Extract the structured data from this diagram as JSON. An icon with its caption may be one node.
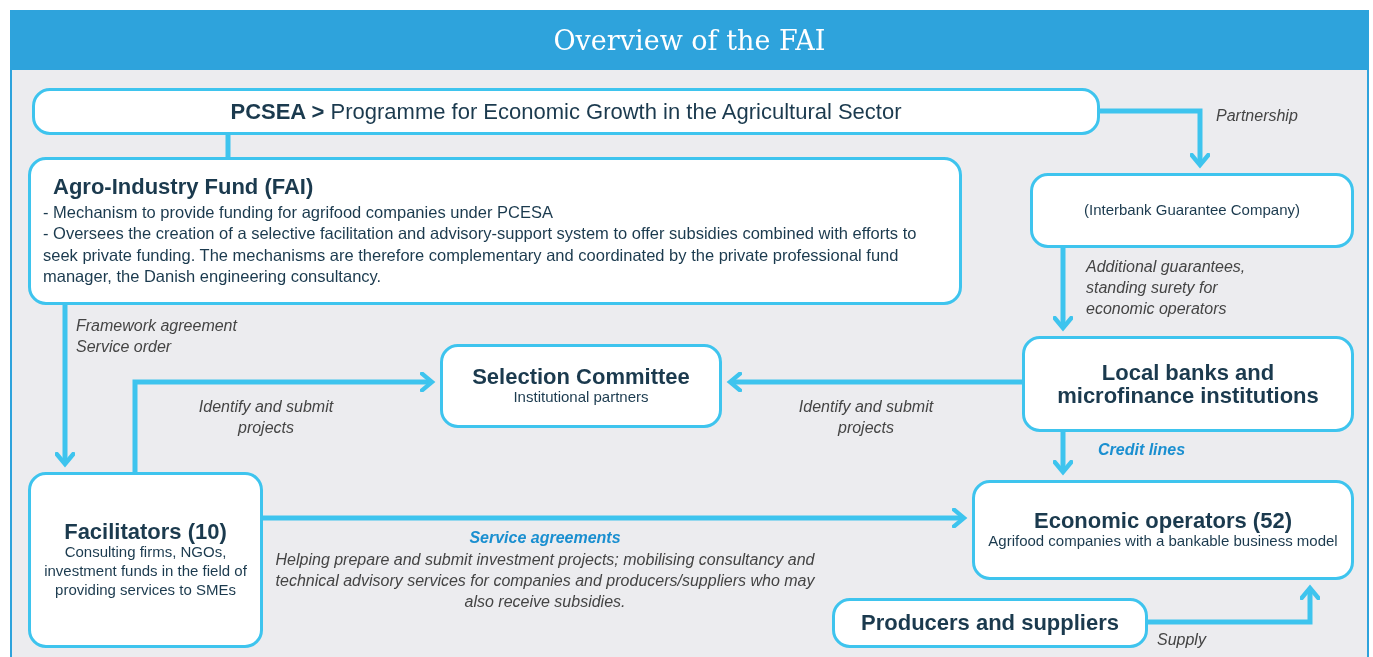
{
  "diagram": {
    "title": "Overview of the FAI",
    "nodes": [
      {
        "text": [
          "**PCSEA >** Programme for Economic Growth in the Agricultural Sector"
        ]
      },
      {
        "text": [
          "Agro-Industry Fund (FAI)",
          "- Mechanism to provide funding for agrifood companies under PCESA",
          "- Oversees the creation of a selective facilitation and advisory-support system to offer subsidies combined with efforts to seek private funding. The mechanisms are therefore complementary and coordinated by the private professional fund manager, the Danish engineering consultancy."
        ]
      },
      {
        "text": [
          "(Interbank Guarantee Company)"
        ]
      },
      {
        "text": [
          "Selection Committee",
          "Institutional partners"
        ]
      },
      {
        "text": [
          "Local banks and microfinance institutions"
        ]
      },
      {
        "text": [
          "Facilitators (10)",
          "Consulting firms, NGOs, investment funds in the field of providing services to SMEs"
        ]
      },
      {
        "text": [
          "Economic operators (52)",
          "Agrifood companies with a bankable business model"
        ]
      },
      {
        "text": [
          "Producers and suppliers"
        ]
      }
    ],
    "edges": [
      {
        "from": 0,
        "to": 1,
        "arrow": "none"
      },
      {
        "from": 0,
        "to": 2,
        "arrow": "to",
        "label": "Partnership"
      },
      {
        "from": 1,
        "to": 5,
        "arrow": "to",
        "label": "Framework agreement Service order"
      },
      {
        "from": 2,
        "to": 4,
        "arrow": "to",
        "label": "Additional guarantees, standing surety for economic operators"
      },
      {
        "from": 5,
        "to": 3,
        "arrow": "to",
        "label": "Identify and submit projects"
      },
      {
        "from": 4,
        "to": 3,
        "arrow": "to",
        "label": "Identify and submit projects"
      },
      {
        "from": 4,
        "to": 6,
        "arrow": "to",
        "label": "Credit lines"
      },
      {
        "from": 5,
        "to": 6,
        "arrow": "to",
        "label": "Service agreements"
      },
      {
        "from": 7,
        "to": 6,
        "arrow": "to",
        "label": "Supply"
      }
    ],
    "labels": [
      "Helping prepare and submit investment projects; mobilising consultancy and technical advisory services for companies and producers/suppliers who may also receive subsidies."
    ]
  }
}
